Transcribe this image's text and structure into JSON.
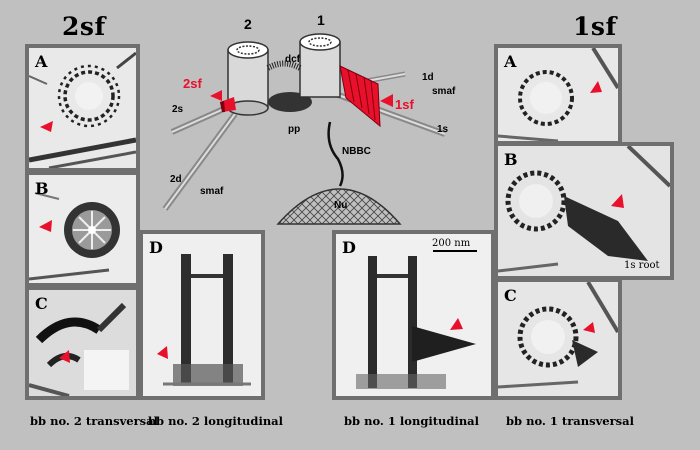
{
  "titles": {
    "left": "2sf",
    "right": "1sf"
  },
  "panel_labels": {
    "left_a": "A",
    "left_b": "B",
    "left_c": "C",
    "left_d": "D",
    "right_a": "A",
    "right_b": "B",
    "right_c": "C",
    "right_d": "D"
  },
  "captions": {
    "bb2_transversal": "bb no. 2 transversal",
    "bb2_longitudinal": "bb no. 2 longitudinal",
    "bb1_longitudinal": "bb no. 1 longitudinal",
    "bb1_transversal": "bb no. 1 transversal"
  },
  "scale_bar": "200 nm",
  "root_label": "1s root",
  "diagram": {
    "bb2": "2",
    "bb1": "1",
    "dcf": "dcf",
    "sf2": "2sf",
    "sf1": "1sf",
    "s2": "2s",
    "s1": "1s",
    "d1": "1d",
    "d2": "2d",
    "smaf_top": "smaf",
    "smaf_bottom": "smaf",
    "pp": "pp",
    "nbbc": "NBBC",
    "nu": "Nu"
  },
  "colors": {
    "accent_red": "#e8102a",
    "frame": "#6f6f6f",
    "background": "#c0c0c0"
  }
}
